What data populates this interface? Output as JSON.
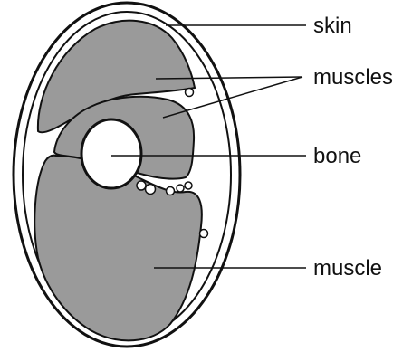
{
  "labels": {
    "skin": "skin",
    "muscles": "muscles",
    "bone": "bone",
    "muscle": "muscle"
  },
  "colors": {
    "muscle_fill": "#9a9a9a",
    "outline": "#111111",
    "background": "#ffffff"
  }
}
